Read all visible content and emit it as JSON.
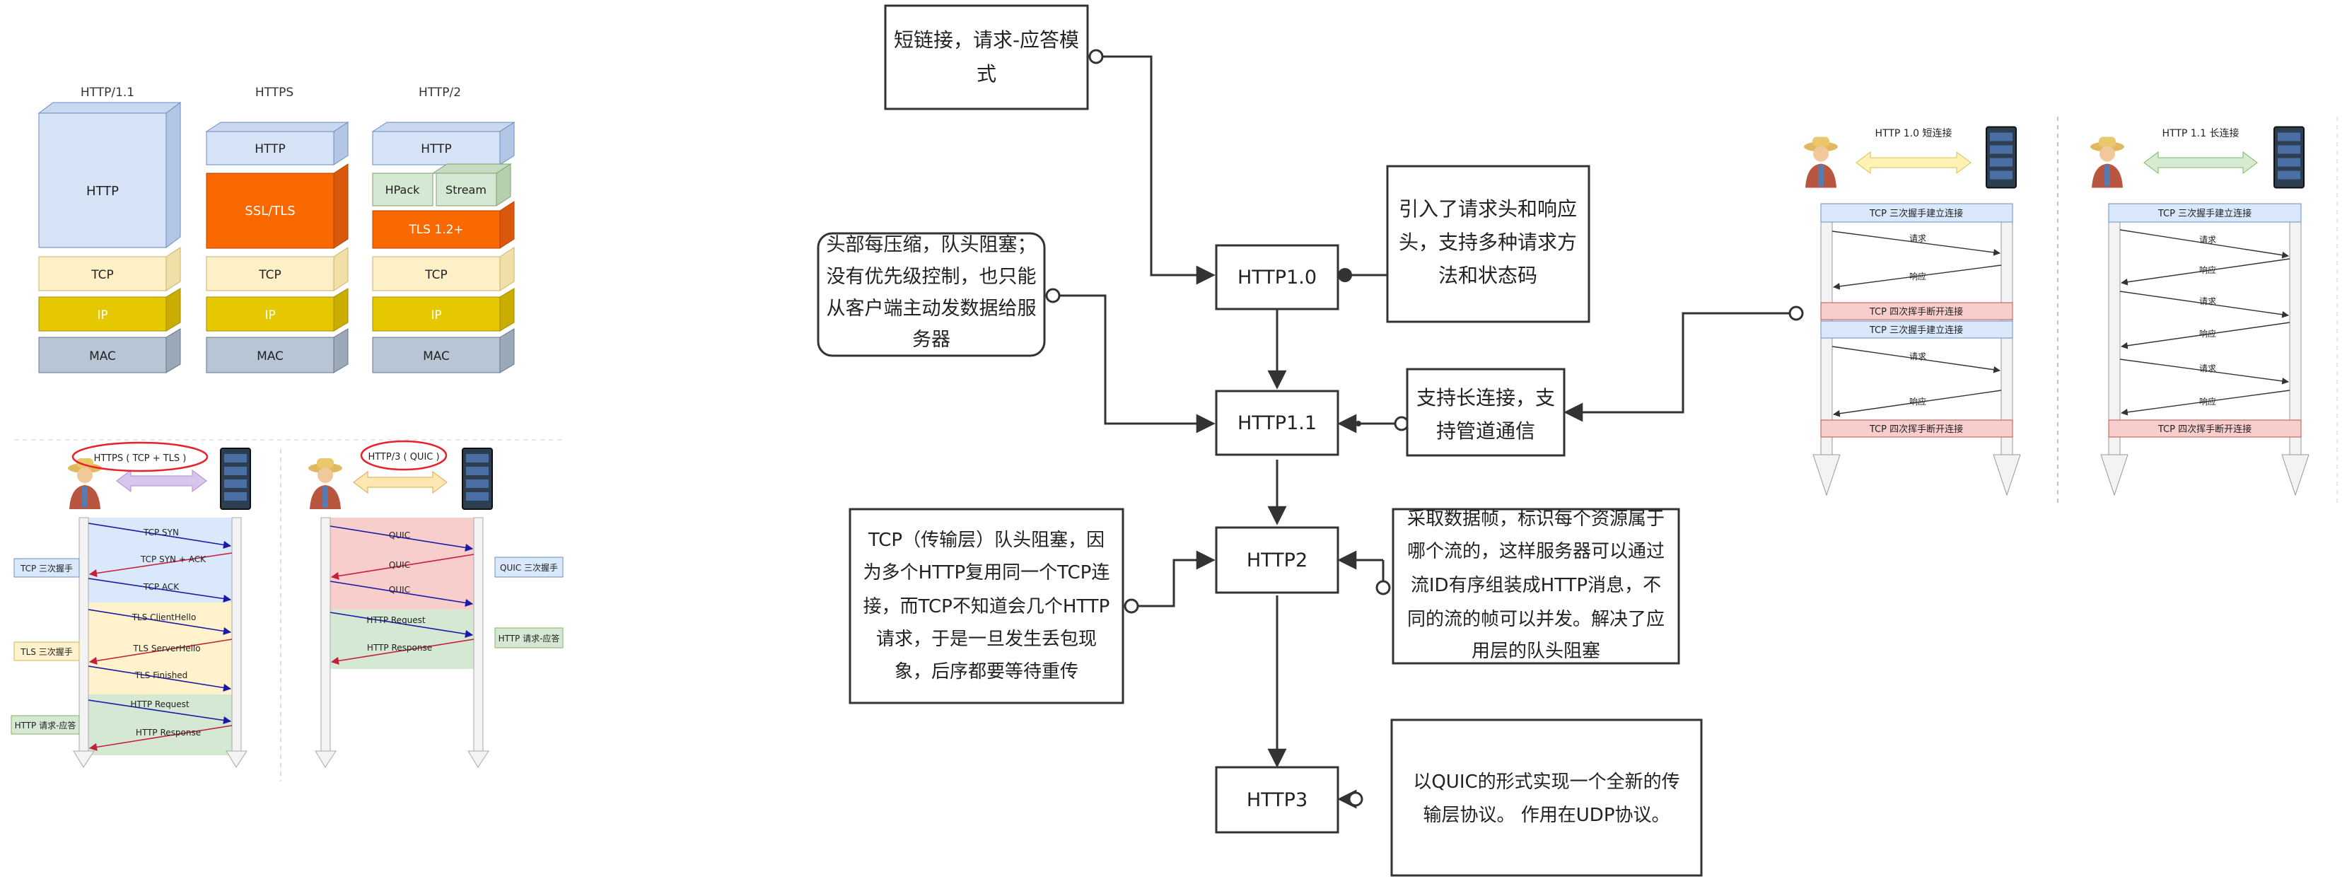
{
  "stack": {
    "columns": [
      {
        "title": "HTTP/1.1",
        "layers": [
          "HTTP",
          "TCP",
          "IP",
          "MAC"
        ]
      },
      {
        "title": "HTTPS",
        "layers": [
          "HTTP",
          "SSL/TLS",
          "TCP",
          "IP",
          "MAC"
        ]
      },
      {
        "title": "HTTP/2",
        "layers": [
          "HTTP",
          "HPack",
          "Stream",
          "TLS 1.2+",
          "TCP",
          "IP",
          "MAC"
        ]
      }
    ]
  },
  "seq_https": {
    "title": "HTTPS ( TCP + TLS )",
    "messages": [
      "TCP SYN",
      "TCP SYN + ACK",
      "TCP ACK",
      "TLS ClientHello",
      "TLS ServerHello",
      "TLS Finished",
      "HTTP Request",
      "HTTP Response"
    ],
    "phases": [
      "TCP 三次握手",
      "TLS 三次握手",
      "HTTP 请求-应答"
    ]
  },
  "seq_http3": {
    "title": "HTTP/3 ( QUIC )",
    "messages": [
      "QUIC",
      "QUIC",
      "QUIC",
      "HTTP Request",
      "HTTP Response"
    ],
    "phases": [
      "QUIC 三次握手",
      "HTTP 请求-应答"
    ]
  },
  "flow": {
    "nodes": {
      "http10": "HTTP1.0",
      "http11": "HTTP1.1",
      "http2": "HTTP2",
      "http3": "HTTP3"
    },
    "notes": {
      "short_conn": [
        "短链接，请求-应答模",
        "式"
      ],
      "http10_desc": [
        "引入了请求头和响应",
        "头，支持多种请求方",
        "法和状态码"
      ],
      "http11_issue": [
        "头部每压缩，队头阻塞；",
        "没有优先级控制，也只能",
        "从客户端主动发数据给服",
        "务器"
      ],
      "long_conn": [
        "支持长连接，支",
        "持管道通信"
      ],
      "tcp_hol": [
        "TCP（传输层）队头阻塞，因",
        "为多个HTTP复用同一个TCP连",
        "接，而TCP不知道会几个HTTP",
        "请求，于是一旦发生丢包现",
        "象，后序都要等待重传"
      ],
      "http2_desc": [
        "采取数据帧，标识每个资源属于",
        "哪个流的，这样服务器可以通过",
        "流ID有序组装成HTTP消息，不",
        "同的流的帧可以并发。解决了应",
        "用层的队头阻塞"
      ],
      "http3_desc": [
        "以QUIC的形式实现一个全新的传",
        "输层协议。 作用在UDP协议。"
      ]
    }
  },
  "conn_short": {
    "title": "HTTP 1.0 短连接",
    "rows": [
      "TCP 三次握手建立连接",
      "请求",
      "响应",
      "TCP 四次挥手断开连接",
      "TCP 三次握手建立连接",
      "请求",
      "响应",
      "TCP 四次挥手断开连接"
    ]
  },
  "conn_long": {
    "title": "HTTP 1.1 长连接",
    "rows": [
      "TCP 三次握手建立连接",
      "请求",
      "响应",
      "请求",
      "响应",
      "请求",
      "响应",
      "TCP 四次挥手断开连接"
    ]
  }
}
